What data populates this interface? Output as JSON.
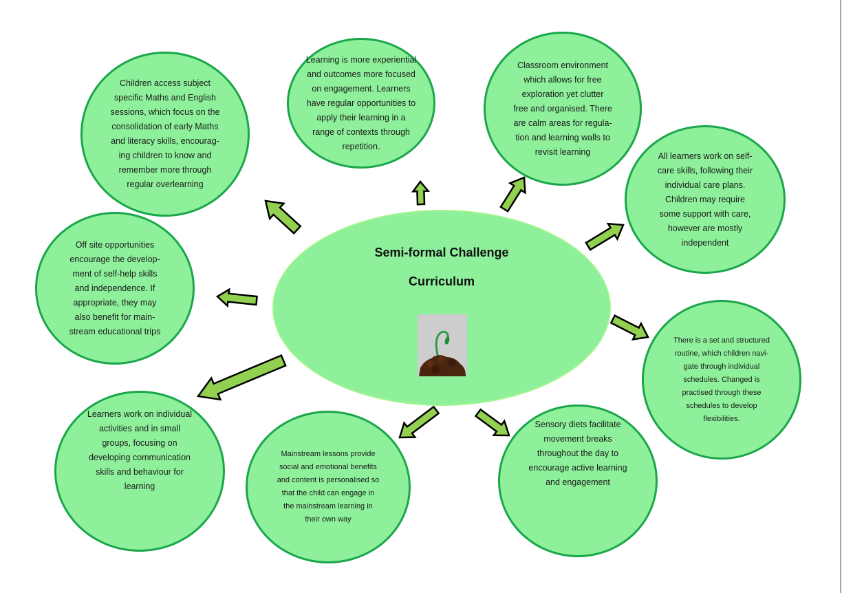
{
  "diagram": {
    "center": {
      "title_line1": "Semi-formal Challenge",
      "title_line2": "Curriculum",
      "image": "seedling-sprouting-from-soil"
    },
    "nodes": [
      {
        "id": "subject-sessions",
        "text": "Children access subject\nspecific Maths and English\nsessions, which focus on the\nconsolidation of early Maths\nand literacy skills, encourag-\ning children to know and\nremember more through\nregular overlearning"
      },
      {
        "id": "experiential-learning",
        "text": "Learning is more experiential\nand outcomes more focused\non engagement. Learners\nhave regular opportunities to\napply their learning in a\nrange of contexts through\nrepetition."
      },
      {
        "id": "classroom-environment",
        "text": "Classroom environment\nwhich allows for free\nexploration yet clutter\nfree and organised. There\nare calm areas for regula-\ntion and learning walls to\nrevisit learning"
      },
      {
        "id": "self-care",
        "text": "All learners work on self-\ncare skills, following their\nindividual care plans.\nChildren may require\nsome support with care,\nhowever are mostly\nindependent"
      },
      {
        "id": "routine",
        "text": "There is a set and structured\nroutine, which children navi-\ngate through individual\nschedules. Changed is\npractised through these\nschedules to develop\nflexibilities."
      },
      {
        "id": "sensory-diets",
        "text": "Sensory diets  facilitate\nmovement breaks\nthroughout the day to\nencourage active learning\nand engagement"
      },
      {
        "id": "mainstream-lessons",
        "text": "Mainstream lessons provide\nsocial and emotional benefits\nand content is personalised so\nthat the child can engage in\nthe mainstream learning in\ntheir own way"
      },
      {
        "id": "small-groups",
        "text": "Learners work on individual\nactivities and in small\ngroups, focusing on\ndeveloping communication\nskills and behaviour for\nlearning"
      },
      {
        "id": "off-site",
        "text": "Off site opportunities\nencourage the develop-\nment of self-help skills\nand independence. If\nappropriate, they may\nalso benefit for main-\nstream educational trips"
      }
    ],
    "colors": {
      "bubble_fill": "#8ef09b",
      "bubble_border": "#1aa64a",
      "center_border": "#a6f58e",
      "arrow_fill": "#92d050",
      "arrow_outline": "#000000"
    }
  }
}
